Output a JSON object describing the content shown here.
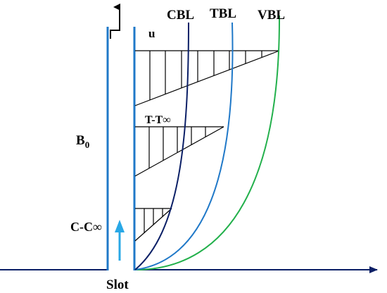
{
  "labels": {
    "cbl": "CBL",
    "tbl": "TBL",
    "vbl": "VBL",
    "u": "u",
    "b0_base": "B",
    "b0_sub": "0",
    "temp": "T-T∞",
    "conc": "C-C∞",
    "slot": "Slot"
  },
  "colors": {
    "wall": "#1f78c8",
    "cbl": "#0b1f66",
    "tbl": "#1f78c8",
    "vbl": "#22b04b",
    "flow_arrow": "#29a8e6",
    "axis": "#0b1f66"
  }
}
